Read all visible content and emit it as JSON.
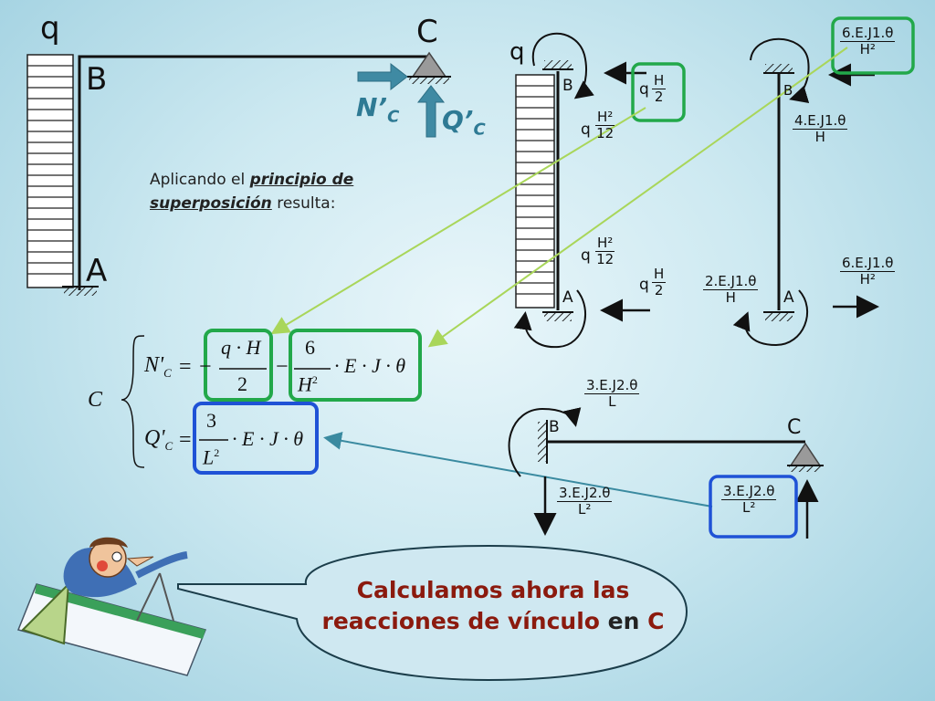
{
  "left_frame": {
    "q": "q",
    "B": "B",
    "A": "A",
    "C": "C"
  },
  "forces": {
    "N": "N’",
    "N_sub": "C",
    "Q": "Q’",
    "Q_sub": "C"
  },
  "note": {
    "pre": "Aplicando el ",
    "bold": "principio de superposición",
    "post": " resulta:"
  },
  "mid_frame": {
    "q": "q",
    "B": "B",
    "A": "A",
    "qH2_top": {
      "a": "q",
      "num": "H",
      "den": "2"
    },
    "qH2_12_top": {
      "a": "q",
      "num": "H²",
      "den": "12"
    },
    "qH2_12_bot": {
      "a": "q",
      "num": "H²",
      "den": "12"
    },
    "qH2_bot": {
      "a": "q",
      "num": "H",
      "den": "2"
    }
  },
  "right_frame": {
    "B": "B",
    "A": "A",
    "top_moment": {
      "num": "6.E.J1.θ",
      "den": "H²"
    },
    "B_moment": {
      "num": "4.E.J1.θ",
      "den": "H"
    },
    "A_moment": {
      "num": "2.E.J1.θ",
      "den": "H"
    },
    "A_shear": {
      "num": "6.E.J1.θ",
      "den": "H²"
    }
  },
  "equations": {
    "C": "C",
    "N_lhs": "N'",
    "N_sub": "C",
    "eq": "=",
    "minus": "−",
    "qH_num": "q · H",
    "qH_den": "2",
    "six_num": "6",
    "six_den": "H",
    "six_den_exp": "2",
    "EJt": "· E · J · θ",
    "Q_lhs": "Q'",
    "Q_sub": "C",
    "three_num": "3",
    "three_den": "L",
    "three_den_exp": "2"
  },
  "beam": {
    "B": "B",
    "C": "C",
    "moment": {
      "num": "3.E.J2.θ",
      "den": "L"
    },
    "B_shear": {
      "num": "3.E.J2.θ",
      "den": "L²"
    },
    "C_shear": {
      "num": "3.E.J2.θ",
      "den": "L²"
    }
  },
  "bubble": {
    "line1": "Calculamos ahora las",
    "line2_a": "reacciones de vínculo ",
    "line2_b": "en",
    "line2_c": " C"
  },
  "colors": {
    "green": "#22a84a",
    "blue": "#1f52d6",
    "red": "#8b1a0e",
    "teal": "#2e7a94",
    "guide": "#a9d65a"
  }
}
